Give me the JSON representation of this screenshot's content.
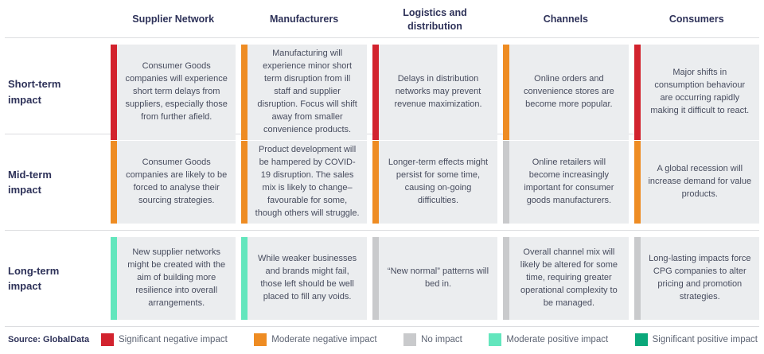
{
  "header": {
    "columns": [
      "Supplier Network",
      "Manufacturers",
      "Logistics and distribution",
      "Channels",
      "Consumers"
    ]
  },
  "rows": [
    {
      "label": "Short-term impact",
      "cells": [
        {
          "impact": "Significant negative impact",
          "color": "#d2232e",
          "text": "Consumer Goods companies will experience short term delays from suppliers, especially those from further afield."
        },
        {
          "impact": "Moderate negative impact",
          "color": "#ee8c23",
          "text": "Manufacturing will experience minor short term disruption from ill staff and supplier disruption. Focus will shift away from smaller convenience products."
        },
        {
          "impact": "Significant negative impact",
          "color": "#d2232e",
          "text": "Delays in distribution networks may prevent revenue maximization."
        },
        {
          "impact": "Moderate negative impact",
          "color": "#ee8c23",
          "text": "Online orders and convenience stores are become more popular."
        },
        {
          "impact": "Significant negative impact",
          "color": "#d2232e",
          "text": "Major shifts in consumption behaviour are occurring rapidly making it difficult to react."
        }
      ]
    },
    {
      "label": "Mid-term impact",
      "cells": [
        {
          "impact": "Moderate negative impact",
          "color": "#ee8c23",
          "text": "Consumer Goods companies are likely to be forced to analyse their sourcing strategies."
        },
        {
          "impact": "Moderate negative impact",
          "color": "#ee8c23",
          "text": "Product development will be hampered by COVID-19 disruption. The sales mix is likely to change– favourable for some, though others will struggle."
        },
        {
          "impact": "Moderate negative impact",
          "color": "#ee8c23",
          "text": "Longer-term effects might persist for some time, causing on-going difficulties."
        },
        {
          "impact": "No impact",
          "color": "#c9cacc",
          "text": "Online retailers will become increasingly important for consumer goods manufacturers."
        },
        {
          "impact": "Moderate negative impact",
          "color": "#ee8c23",
          "text": "A global recession will increase demand for value products."
        }
      ]
    },
    {
      "label": "Long-term impact",
      "cells": [
        {
          "impact": "Moderate positive impact",
          "color": "#63e6bd",
          "text": "New supplier networks might be created with the aim of building more resilience into overall arrangements."
        },
        {
          "impact": "Moderate positive impact",
          "color": "#63e6bd",
          "text": "While weaker businesses and brands might fail, those left should be well placed to fill any voids."
        },
        {
          "impact": "No impact",
          "color": "#c9cacc",
          "text": "“New normal” patterns will bed in."
        },
        {
          "impact": "No impact",
          "color": "#c9cacc",
          "text": "Overall channel mix will likely be altered for some time, requiring greater operational complexity to be managed."
        },
        {
          "impact": "No impact",
          "color": "#c9cacc",
          "text": "Long-lasting impacts force CPG companies to alter pricing and promotion strategies."
        }
      ]
    }
  ],
  "footer": {
    "source": "Source: GlobalData",
    "legend": [
      {
        "label": "Significant negative impact",
        "color": "#d2232e"
      },
      {
        "label": "Moderate negative impact",
        "color": "#ee8c23"
      },
      {
        "label": "No impact",
        "color": "#c9cacc"
      },
      {
        "label": "Moderate positive impact",
        "color": "#63e6bd"
      },
      {
        "label": "Significant positive impact",
        "color": "#0aa87a"
      }
    ]
  }
}
